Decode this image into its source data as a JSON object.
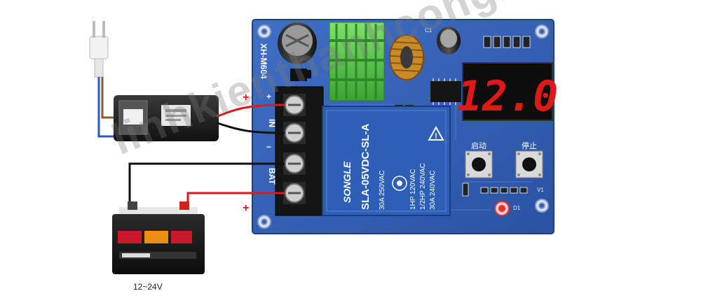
{
  "board": {
    "model": "XH-M604",
    "terminal_in": "IN",
    "terminal_bat": "BAT",
    "plus": "+",
    "minus": "−",
    "start_label": "启动",
    "stop_label": "停止",
    "cap_label": "C1",
    "indicator_label": "V1",
    "bottom_led_label": "D1"
  },
  "display": {
    "value": "12.0",
    "color": "#e01818"
  },
  "relay": {
    "brand": "SONGLE",
    "model": "SLA-05VDC-SL-A",
    "line1": "30A 250VAC",
    "line2": "1HP 120VAC",
    "line3": "1/2HP 240VAC",
    "line4": "30A 240VAC",
    "color": "#2e5fb6"
  },
  "battery": {
    "label": "12~24V"
  },
  "wires": {
    "positive_color": "#e01818",
    "negative_color": "#111111"
  },
  "watermark": {
    "text": "linhkienthanhcong.vn"
  }
}
